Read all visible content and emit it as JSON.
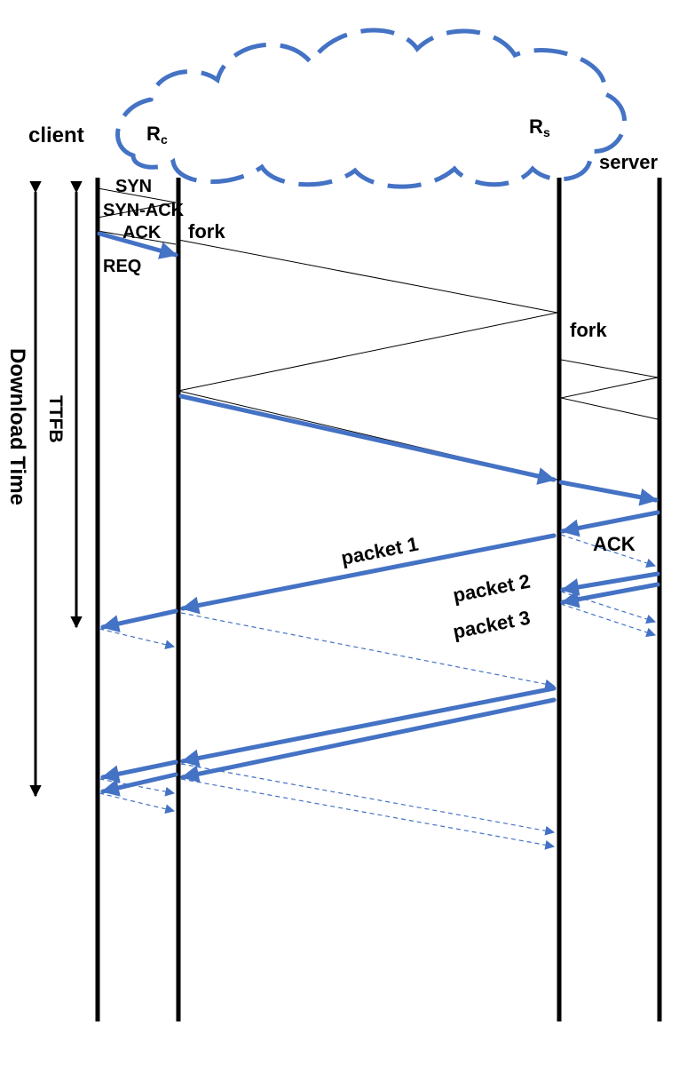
{
  "labels": {
    "client": "client",
    "server": "server",
    "rc_main": "R",
    "rc_sub": "c",
    "rs_main": "R",
    "rs_sub": "s",
    "syn": "SYN",
    "syn_ack": "SYN-ACK",
    "ack": "ACK",
    "req": "REQ",
    "fork_client": "fork",
    "fork_server": "fork",
    "packet1": "packet 1",
    "ack_server": "ACK",
    "packet2": "packet 2",
    "packet3": "packet 3",
    "ttfb": "TTFB",
    "download_time": "Download Time"
  },
  "colors": {
    "blue": "#4472C4",
    "line": "#000000"
  }
}
